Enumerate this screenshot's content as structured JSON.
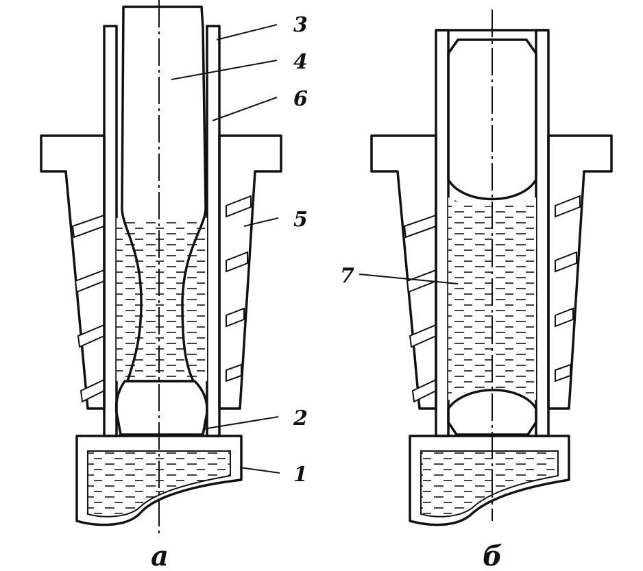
{
  "figure": {
    "left": {
      "caption": "а",
      "labels": [
        {
          "id": "3",
          "text": "3"
        },
        {
          "id": "4",
          "text": "4"
        },
        {
          "id": "6",
          "text": "6"
        },
        {
          "id": "5",
          "text": "5"
        },
        {
          "id": "2",
          "text": "2"
        },
        {
          "id": "1",
          "text": "1"
        }
      ]
    },
    "right": {
      "caption": "б",
      "labels": [
        {
          "id": "7",
          "text": "7"
        }
      ]
    }
  },
  "colors": {
    "ink": "#111111",
    "paper": "#ffffff"
  }
}
